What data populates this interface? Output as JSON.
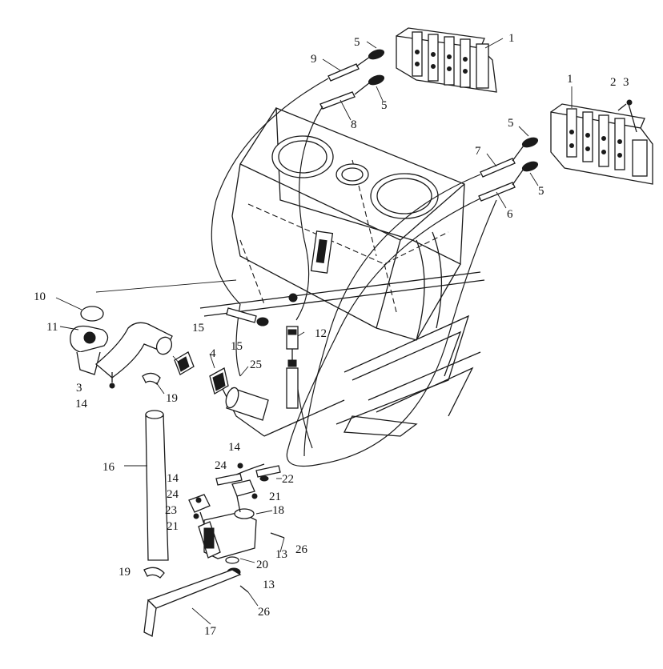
{
  "callouts": [
    {
      "id": "c1a",
      "text": "1"
    },
    {
      "id": "c1b",
      "text": "1"
    },
    {
      "id": "c2",
      "text": "2"
    },
    {
      "id": "c3a",
      "text": "3"
    },
    {
      "id": "c3b",
      "text": "3"
    },
    {
      "id": "c4",
      "text": "4"
    },
    {
      "id": "c5a",
      "text": "5"
    },
    {
      "id": "c5b",
      "text": "5"
    },
    {
      "id": "c5c",
      "text": "5"
    },
    {
      "id": "c5d",
      "text": "5"
    },
    {
      "id": "c6",
      "text": "6"
    },
    {
      "id": "c7",
      "text": "7"
    },
    {
      "id": "c8",
      "text": "8"
    },
    {
      "id": "c9",
      "text": "9"
    },
    {
      "id": "c10",
      "text": "10"
    },
    {
      "id": "c11",
      "text": "11"
    },
    {
      "id": "c12",
      "text": "12"
    },
    {
      "id": "c13a",
      "text": "13"
    },
    {
      "id": "c13b",
      "text": "13"
    },
    {
      "id": "c14a",
      "text": "14"
    },
    {
      "id": "c14b",
      "text": "14"
    },
    {
      "id": "c14c",
      "text": "14"
    },
    {
      "id": "c15a",
      "text": "15"
    },
    {
      "id": "c15b",
      "text": "15"
    },
    {
      "id": "c16",
      "text": "16"
    },
    {
      "id": "c17",
      "text": "17"
    },
    {
      "id": "c18",
      "text": "18"
    },
    {
      "id": "c19a",
      "text": "19"
    },
    {
      "id": "c19b",
      "text": "19"
    },
    {
      "id": "c20",
      "text": "20"
    },
    {
      "id": "c21a",
      "text": "21"
    },
    {
      "id": "c21b",
      "text": "21"
    },
    {
      "id": "c22",
      "text": "22"
    },
    {
      "id": "c23",
      "text": "23"
    },
    {
      "id": "c24a",
      "text": "24"
    },
    {
      "id": "c24b",
      "text": "24"
    },
    {
      "id": "c25",
      "text": "25"
    },
    {
      "id": "c26a",
      "text": "26"
    },
    {
      "id": "c26b",
      "text": "26"
    }
  ]
}
